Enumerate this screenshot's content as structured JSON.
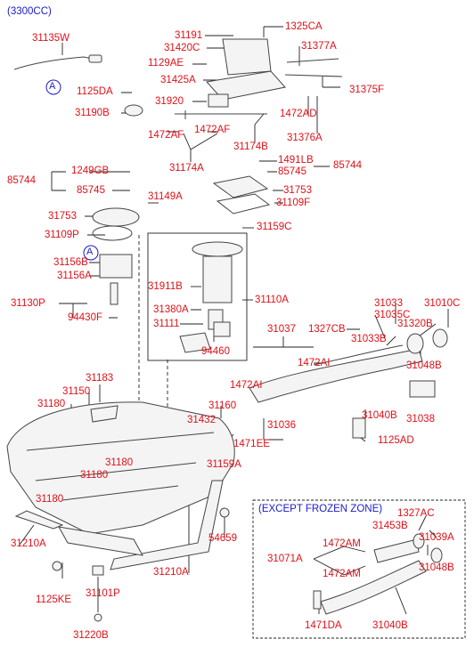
{
  "header": {
    "engine": "(3300CC)"
  },
  "inset": {
    "title": "(EXCEPT FROZEN ZONE)"
  },
  "ref_marker": "A",
  "colors": {
    "label": "#e01018",
    "header": "#1a1acc",
    "line": "#222222",
    "part": "#555555"
  },
  "labels": {
    "p31135W": "31135W",
    "p1125DA": "1125DA",
    "p31190B": "31190B",
    "p31191": "31191",
    "p31420C": "31420C",
    "p1129AE": "1129AE",
    "p31425A": "31425A",
    "p31920": "31920",
    "p1472AF_1": "1472AF",
    "p1472AF_2": "1472AF",
    "p31174A": "31174A",
    "p31174B": "31174B",
    "p1325CA": "1325CA",
    "p31377A": "31377A",
    "p31375F": "31375F",
    "p1472AD": "1472AD",
    "p31376A": "31376A",
    "p85744_left": "85744",
    "p1249GB": "1249GB",
    "p85745_left": "85745",
    "p31753_left": "31753",
    "p31109P": "31109P",
    "p1491LB": "1491LB",
    "p85745_right": "85745",
    "p85744_right": "85744",
    "p31753_right": "31753",
    "p31109F": "31109F",
    "p31149A": "31149A",
    "p31159C": "31159C",
    "p31156B": "31156B",
    "p31156A": "31156A",
    "p31130P": "31130P",
    "p94430F": "94430F",
    "p31911B": "31911B",
    "p31110A": "31110A",
    "p31380A": "31380A",
    "p31111": "31111",
    "p94460": "94460",
    "p31037": "31037",
    "p1327CB": "1327CB",
    "p31033": "31033",
    "p31035C": "31035C",
    "p31010C": "31010C",
    "p31320B": "31320B",
    "p31033B": "31033B",
    "p1472AI_1": "1472AI",
    "p1472AI_2": "1472AI",
    "p31048B": "31048B",
    "p31183": "31183",
    "p31150": "31150",
    "p31180_1": "31180",
    "p31180_2": "31180",
    "p31180_3": "31180",
    "p31180_4": "31180",
    "p31160": "31160",
    "p31432": "31432",
    "p1471EE": "1471EE",
    "p31036": "31036",
    "p31040B": "31040B",
    "p31038": "31038",
    "p1125AD": "1125AD",
    "p31159A": "31159A",
    "p31210A_1": "31210A",
    "p31210A_2": "31210A",
    "p54659": "54659",
    "p1125KE": "1125KE",
    "p31101P": "31101P",
    "p31220B": "31220B",
    "p1327AC": "1327AC",
    "p31453B": "31453B",
    "p31039A": "31039A",
    "p31071A": "31071A",
    "p1472AM_1": "1472AM",
    "p1472AM_2": "1472AM",
    "p31048B_2": "31048B",
    "p1471DA": "1471DA",
    "p31040B_2": "31040B"
  }
}
